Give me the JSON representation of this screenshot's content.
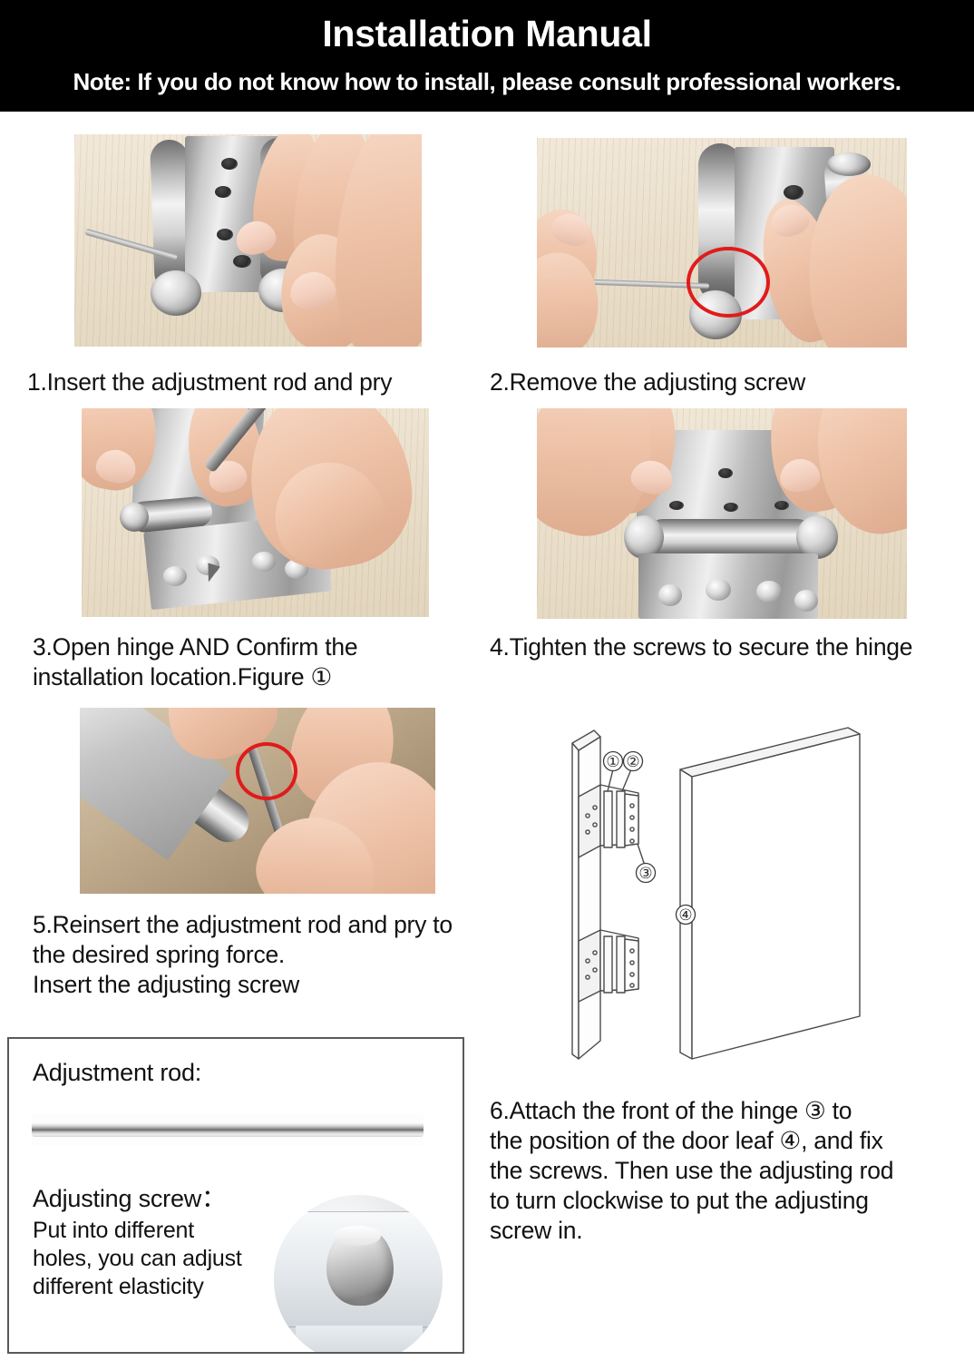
{
  "header": {
    "title": "Installation Manual",
    "note": "Note: If you do not know how to install, please consult professional workers."
  },
  "steps": [
    {
      "id": "step-1",
      "caption": "1.Insert the adjustment rod and pry",
      "photo_alt": "hand holding hinge with adjustment rod inserted",
      "has_red_circle": false
    },
    {
      "id": "step-2",
      "caption": "2.Remove the adjusting screw",
      "photo_alt": "hand removing the adjusting screw from hinge barrel",
      "has_red_circle": true
    },
    {
      "id": "step-3",
      "caption": "3.Open hinge AND Confirm the\ninstallation location.Figure ①",
      "photo_alt": "hands marking screw hole locations with a pen",
      "has_red_circle": false
    },
    {
      "id": "step-4",
      "caption": "4.Tighten the screws to secure the hinge",
      "photo_alt": "two hands holding hinge with screws fastened",
      "has_red_circle": false
    },
    {
      "id": "step-5",
      "caption": "5.Reinsert the adjustment rod and pry to\nthe desired spring force.\nInsert the adjusting screw",
      "photo_alt": "adjustment rod reinserted into hinge on door frame",
      "has_red_circle": true
    },
    {
      "id": "step-6",
      "caption": "6.Attach the front of the hinge ③ to\nthe position of the door leaf ④, and fix\nthe screws. Then use the adjusting rod\nto turn clockwise to put the adjusting\nscrew in.",
      "photo_alt": "line drawing of door jamb, hinges and door leaf",
      "has_red_circle": false
    }
  ],
  "diagram": {
    "callouts": [
      {
        "label": "①",
        "target": "hinge-leaf-frame-side"
      },
      {
        "label": "②",
        "target": "hinge-barrel"
      },
      {
        "label": "③",
        "target": "hinge-front-leaf"
      },
      {
        "label": "④",
        "target": "door-leaf-edge"
      }
    ]
  },
  "parts_box": {
    "rod_label": "Adjustment rod:",
    "screw_label": "Adjusting screw：",
    "screw_desc": "Put into different\nholes, you can adjust\ndifferent elasticity"
  },
  "colors": {
    "header_bg": "#000000",
    "header_text": "#ffffff",
    "body_text": "#111111",
    "annotation_red": "#e01b1b",
    "box_border": "#5a5a5a"
  }
}
